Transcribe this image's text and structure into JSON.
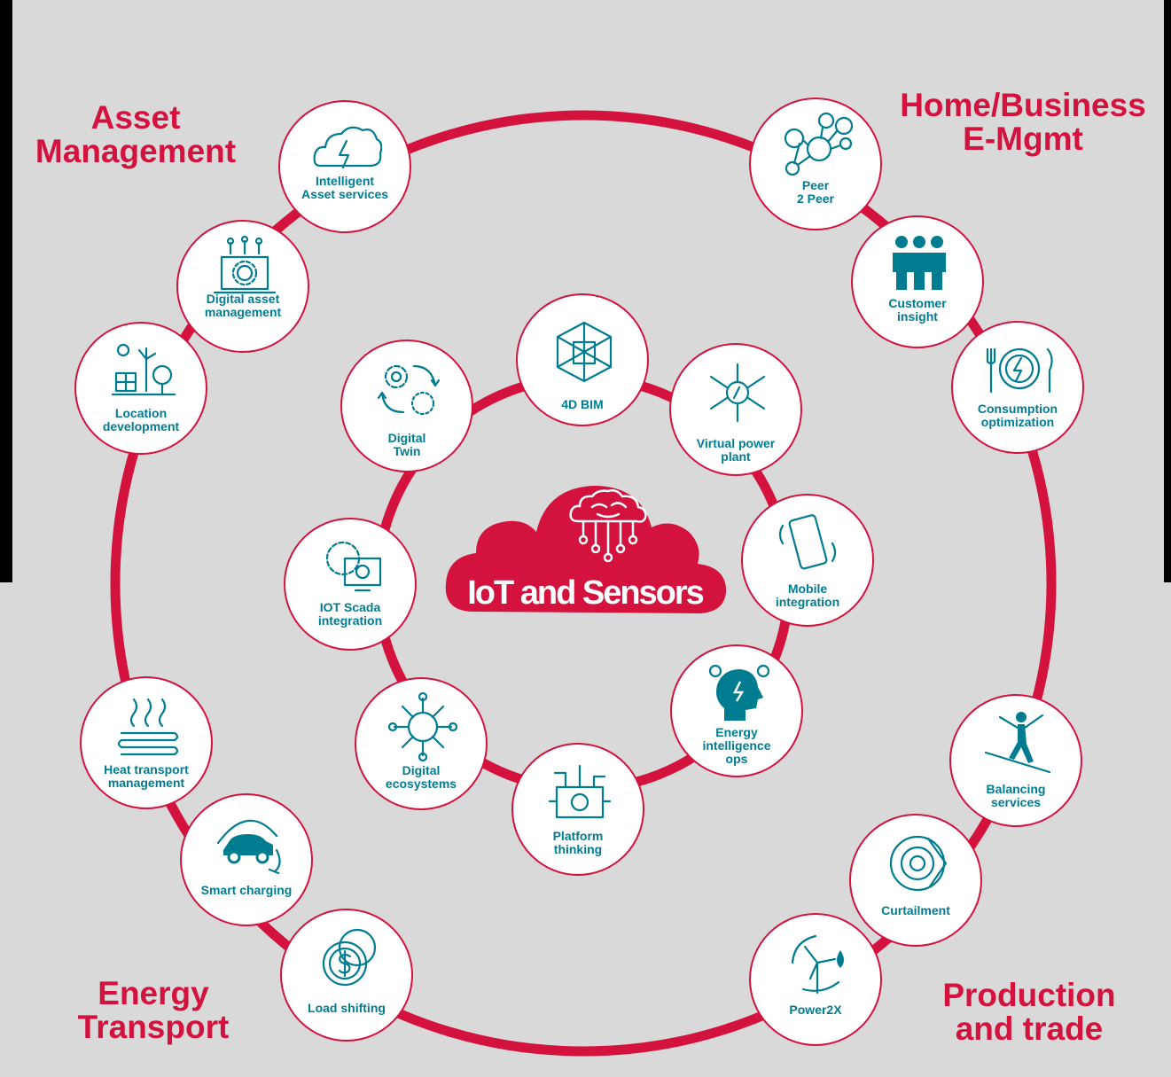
{
  "center": {
    "title": "IoT and Sensors",
    "icon": "cloud-brain-icon"
  },
  "sections": [
    {
      "id": "asset",
      "label": "Asset\nManagement"
    },
    {
      "id": "home",
      "label": "Home/Business\nE-Mgmt"
    },
    {
      "id": "energy",
      "label": "Energy\nTransport"
    },
    {
      "id": "production",
      "label": "Production\nand trade"
    }
  ],
  "outer_nodes": [
    {
      "label": "Intelligent\nAsset services",
      "icon": "cloud-lightning-people-icon"
    },
    {
      "label": "Digital asset\nmanagement",
      "icon": "laptop-gear-icon"
    },
    {
      "label": "Location\ndevelopment",
      "icon": "solar-wind-trees-icon"
    },
    {
      "label": "Heat transport\nmanagement",
      "icon": "heat-pipes-icon"
    },
    {
      "label": "Smart charging",
      "icon": "electric-car-plug-icon"
    },
    {
      "label": "Load shifting",
      "icon": "coins-dollar-icon"
    },
    {
      "label": "Peer\n2 Peer",
      "icon": "peer-network-icon"
    },
    {
      "label": "Customer\ninsight",
      "icon": "people-group-icon"
    },
    {
      "label": "Consumption\noptimization",
      "icon": "plate-bolt-cutlery-icon"
    },
    {
      "label": "Balancing\nservices",
      "icon": "tightrope-walker-icon"
    },
    {
      "label": "Curtailment",
      "icon": "target-curtail-icon"
    },
    {
      "label": "Power2X",
      "icon": "wind-turbine-flame-icon"
    }
  ],
  "inner_nodes": [
    {
      "label": "4D BIM",
      "icon": "cube-3d-icon"
    },
    {
      "label": "Virtual power\nplant",
      "icon": "vpp-network-icon"
    },
    {
      "label": "Mobile\nintegration",
      "icon": "smartphone-icon"
    },
    {
      "label": "Energy\nintelligence\nops",
      "icon": "head-bulb-icon"
    },
    {
      "label": "Platform\nthinking",
      "icon": "circuit-gear-icon"
    },
    {
      "label": "Digital\necosystems",
      "icon": "network-virus-icon"
    },
    {
      "label": "IOT Scada\nintegration",
      "icon": "monitor-gears-icon"
    },
    {
      "label": "Digital\nTwin",
      "icon": "gears-cycle-icon"
    }
  ],
  "colors": {
    "accent": "#d3123e",
    "teal": "#007c91",
    "background": "#d9d9d9",
    "node_fill": "#ffffff"
  }
}
